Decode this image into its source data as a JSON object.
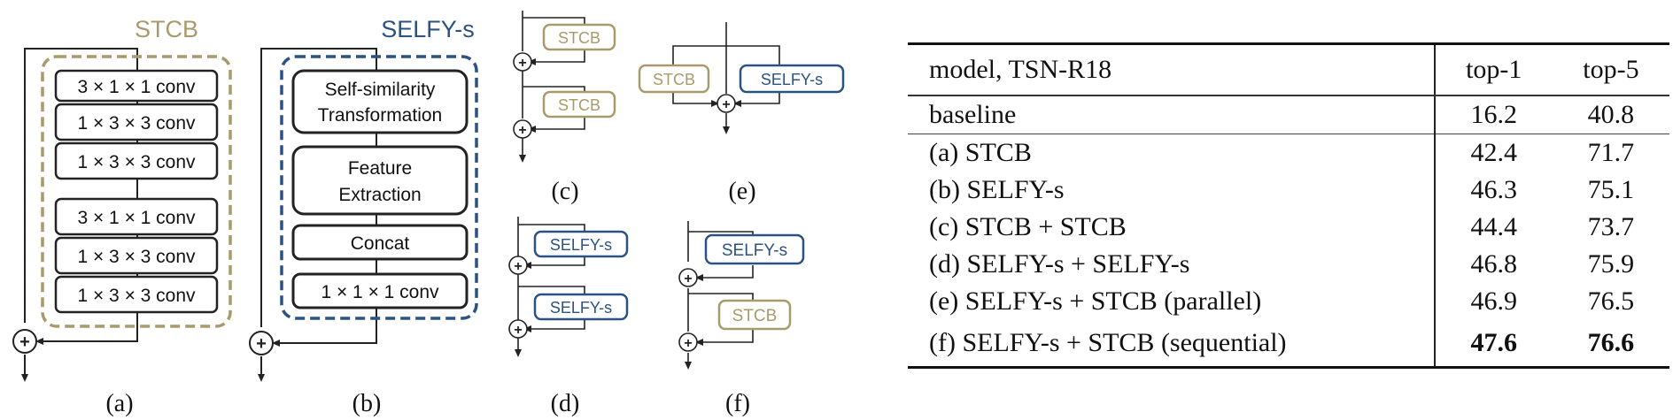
{
  "colors": {
    "stcb": "#A89A6A",
    "selfy": "#2C5282",
    "line": "#222222"
  },
  "figure": {
    "a": {
      "title": "STCB",
      "layers": [
        "3 × 1 × 1 conv",
        "1 × 3 × 3 conv",
        "1 × 3 × 3 conv",
        "3 × 1 × 1 conv",
        "1 × 3 × 3 conv",
        "1 × 3 × 3 conv"
      ],
      "caption": "(a)"
    },
    "b": {
      "title": "SELFY-s",
      "block1_line1": "Self-similarity",
      "block1_line2": "Transformation",
      "block2_line1": "Feature",
      "block2_line2": "Extraction",
      "block3": "Concat",
      "block4": "1 × 1 × 1 conv",
      "caption": "(b)"
    },
    "c": {
      "block1": "STCB",
      "block2": "STCB",
      "caption": "(c)"
    },
    "d": {
      "block1": "SELFY-s",
      "block2": "SELFY-s",
      "caption": "(d)"
    },
    "e": {
      "left": "STCB",
      "right": "SELFY-s",
      "caption": "(e)"
    },
    "f": {
      "block1": "SELFY-s",
      "block2": "STCB",
      "caption": "(f)"
    },
    "plus": "+"
  },
  "table": {
    "headers": [
      "model, TSN-R18",
      "top-1",
      "top-5"
    ],
    "baseline": {
      "model": "baseline",
      "top1": "16.2",
      "top5": "40.8"
    },
    "rows": [
      {
        "model": "(a) STCB",
        "top1": "42.4",
        "top5": "71.7"
      },
      {
        "model": "(b) SELFY-s",
        "top1": "46.3",
        "top5": "75.1"
      },
      {
        "model": "(c) STCB + STCB",
        "top1": "44.4",
        "top5": "73.7"
      },
      {
        "model": "(d) SELFY-s + SELFY-s",
        "top1": "46.8",
        "top5": "75.9"
      },
      {
        "model": "(e) SELFY-s + STCB (parallel)",
        "top1": "46.9",
        "top5": "76.5"
      },
      {
        "model": "(f) SELFY-s + STCB (sequential)",
        "top1": "47.6",
        "top5": "76.6"
      }
    ]
  }
}
